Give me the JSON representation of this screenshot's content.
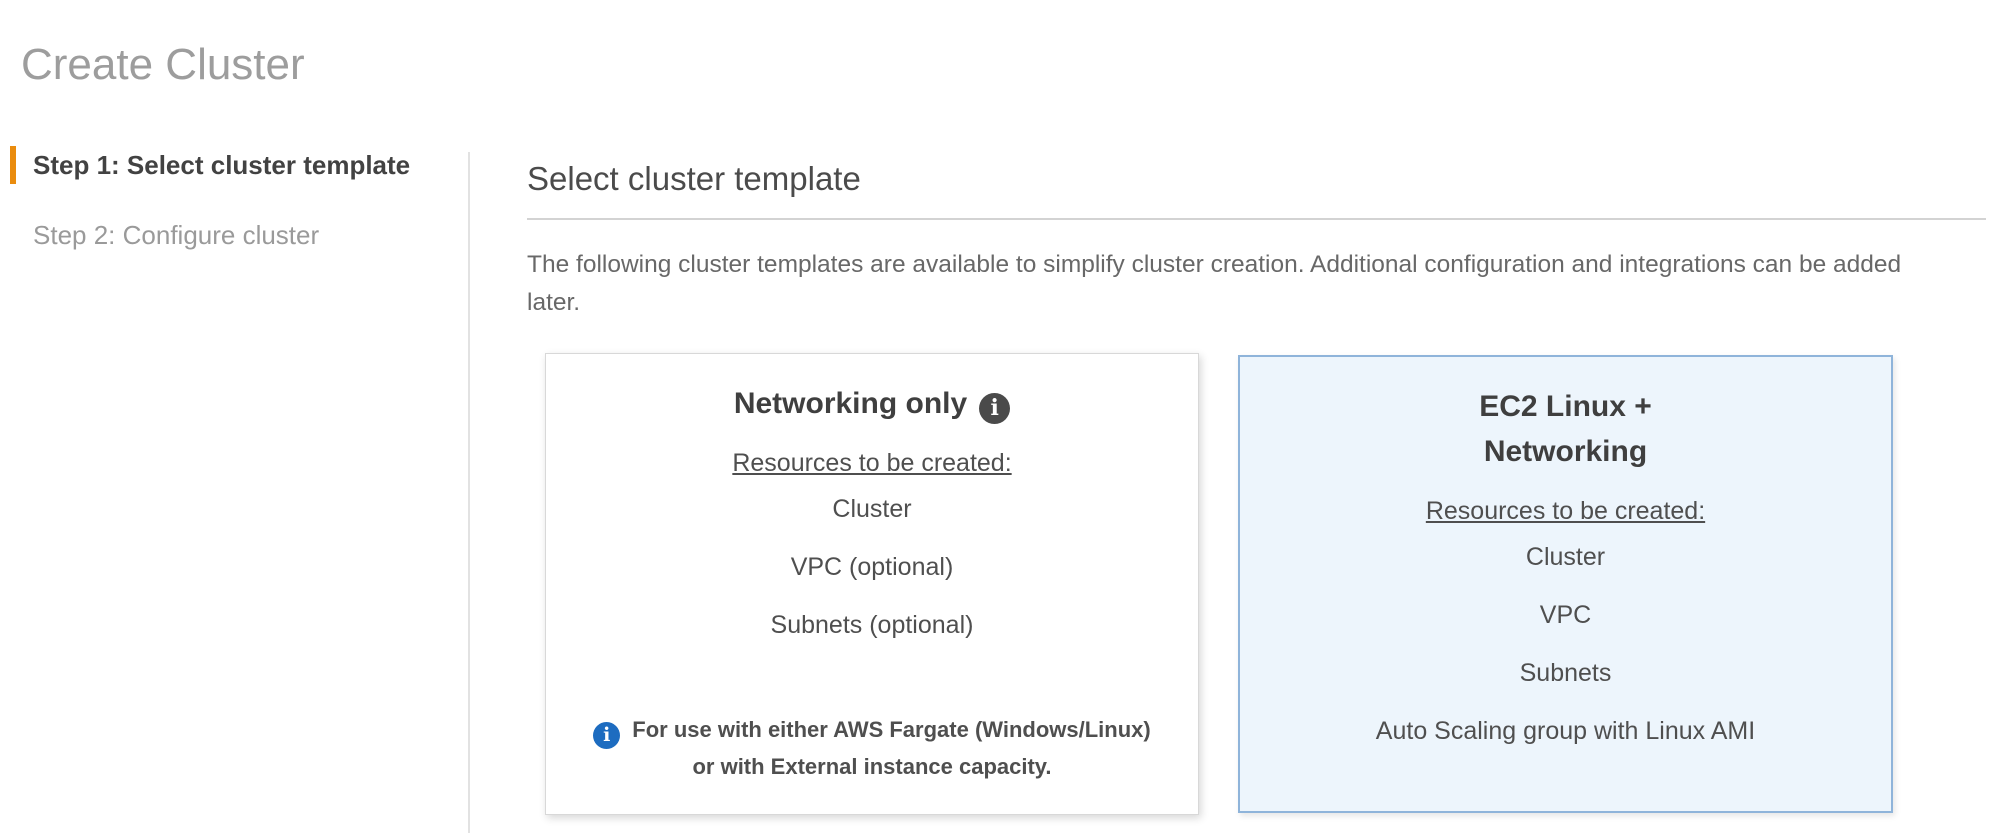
{
  "page": {
    "title": "Create Cluster"
  },
  "steps": [
    {
      "label": "Step 1: Select cluster template",
      "active": true
    },
    {
      "label": "Step 2: Configure cluster",
      "active": false
    }
  ],
  "main": {
    "heading": "Select cluster template",
    "description": "The following cluster templates are available to simplify cluster creation. Additional configuration and integrations can be added later.",
    "cards": [
      {
        "title": "Networking only",
        "info_icon": "info-icon",
        "resources_heading": "Resources to be created:",
        "resources": [
          "Cluster",
          "VPC (optional)",
          "Subnets (optional)"
        ],
        "note": "For use with either AWS Fargate (Windows/Linux)\nor with External instance capacity.",
        "selected": false
      },
      {
        "title": "EC2 Linux +\nNetworking",
        "resources_heading": "Resources to be created:",
        "resources": [
          "Cluster",
          "VPC",
          "Subnets",
          "Auto Scaling group with Linux AMI"
        ],
        "selected": true
      }
    ]
  },
  "colors": {
    "accent_orange": "#ea8c0e",
    "selected_card_bg": "#edf5fc",
    "selected_card_border": "#8fb4da",
    "info_icon_blue": "#1d6cc0",
    "info_icon_dark": "#4a4a4a",
    "page_title_gray": "#9d9d9d"
  }
}
